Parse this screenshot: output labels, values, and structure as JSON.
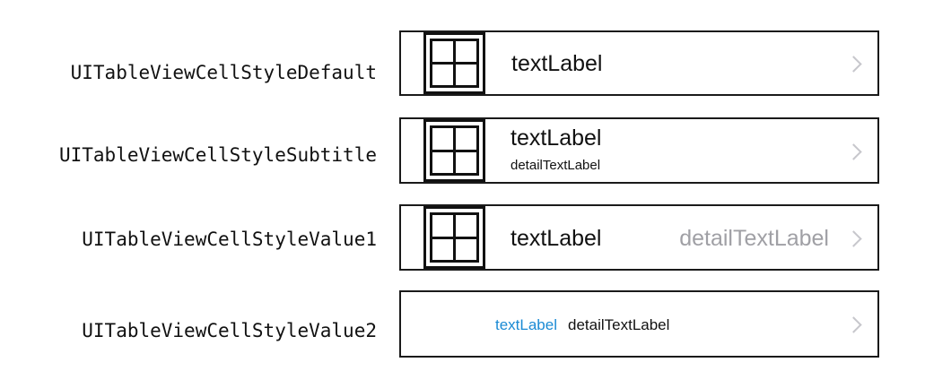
{
  "colors": {
    "accent": "#1a8ad4",
    "secondary_text": "#a0a0a5",
    "primary_text": "#111111",
    "disclosure": "#c7c7cc"
  },
  "rows": [
    {
      "style_name": "UITableViewCellStyleDefault",
      "text_label": "textLabel",
      "icon": "image-icon",
      "accessory": "chevron-right-icon"
    },
    {
      "style_name": "UITableViewCellStyleSubtitle",
      "text_label": "textLabel",
      "detail_text_label": "detailTextLabel",
      "icon": "image-icon",
      "accessory": "chevron-right-icon"
    },
    {
      "style_name": "UITableViewCellStyleValue1",
      "text_label": "textLabel",
      "detail_text_label": "detailTextLabel",
      "icon": "image-icon",
      "accessory": "chevron-right-icon"
    },
    {
      "style_name": "UITableViewCellStyleValue2",
      "text_label": "textLabel",
      "detail_text_label": "detailTextLabel",
      "accessory": "chevron-right-icon"
    }
  ]
}
